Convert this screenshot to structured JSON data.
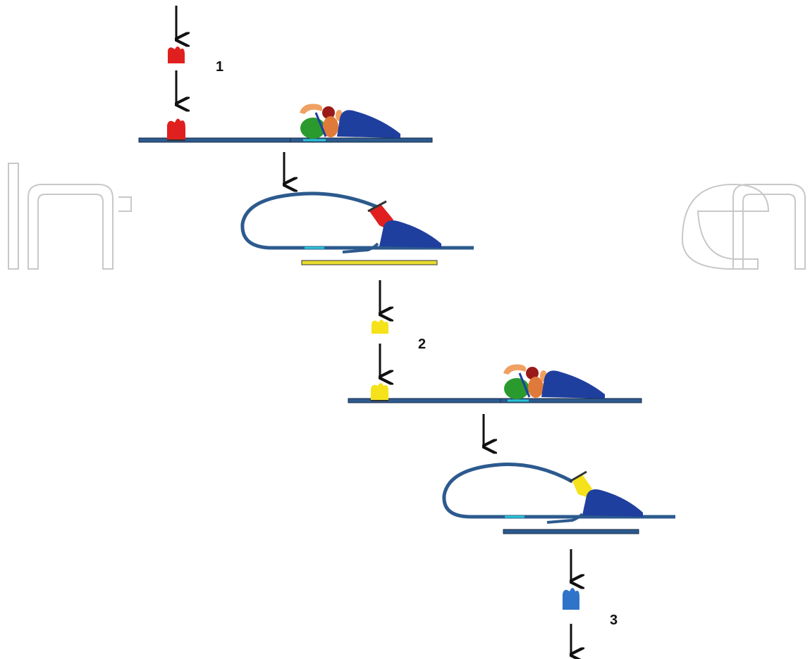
{
  "steps": [
    {
      "label": "1",
      "factor": "red-factor",
      "color": "#e0201e"
    },
    {
      "label": "2",
      "factor": "yellow-factor",
      "color": "#f5e21a"
    },
    {
      "label": "3",
      "factor": "blue-factor",
      "color": "#2f74c8"
    }
  ],
  "colors": {
    "dna": "#2c5a8e",
    "dna_outline": "#1a2a44",
    "promoter": "#27c6d4",
    "polymerase": "#1f3f9e",
    "gtf_green": "#2a9a2e",
    "gtf_orange": "#e07a3a",
    "gtf_peach": "#f0a060",
    "gtf_darkred": "#9a1a1a",
    "arrow": "#111111",
    "watermark": "#c8c8c8",
    "transcript_step1": "#e8dc30",
    "transcript_step2": "#2c5a8e"
  },
  "icons": [
    "down-arrow-icon",
    "activator-icon",
    "polymerase-icon",
    "dna-strand-icon",
    "dna-loop-icon"
  ]
}
